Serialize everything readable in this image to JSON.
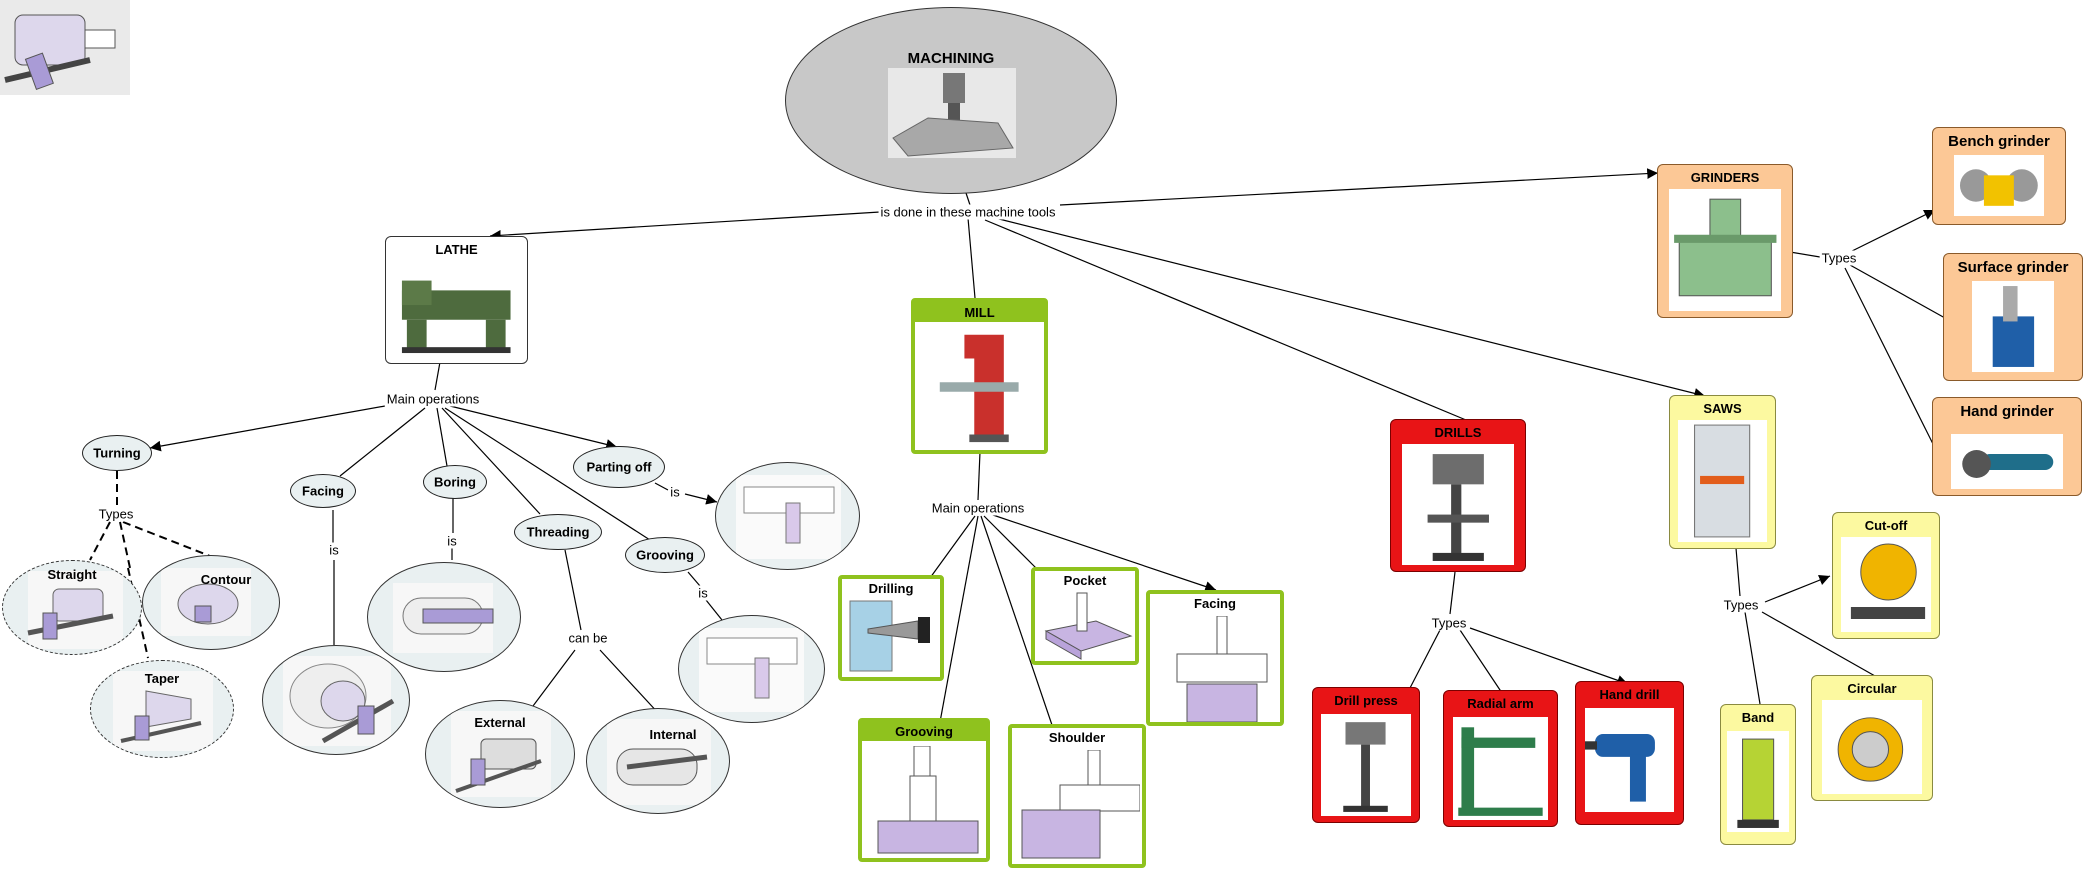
{
  "root": {
    "label": "MACHINING"
  },
  "machines": {
    "lathe": "LATHE",
    "mill": "MILL",
    "drills": "DRILLS",
    "saws": "SAWS",
    "grinders": "GRINDERS"
  },
  "link_labels": {
    "done_in": "is done in these machine tools",
    "lathe_ops": "Main operations",
    "mill_ops": "Main operations",
    "turning_types": "Types",
    "drill_types": "Types",
    "saw_types": "Types",
    "grinder_types": "Types",
    "facing_is": "is",
    "boring_is": "is",
    "parting_is": "is",
    "grooving_is": "is",
    "threading_can_be": "can be"
  },
  "lathe_ops": {
    "turning": "Turning",
    "facing": "Facing",
    "boring": "Boring",
    "threading": "Threading",
    "grooving": "Grooving",
    "parting_off": "Parting off"
  },
  "turning_types": {
    "straight": "Straight",
    "contour": "Contour",
    "taper": "Taper"
  },
  "threading_types": {
    "external": "External",
    "internal": "Internal"
  },
  "mill_ops": {
    "drilling": "Drilling",
    "pocket": "Pocket",
    "facing": "Facing",
    "grooving": "Grooving",
    "shoulder": "Shoulder"
  },
  "drill_types": {
    "drill_press": "Drill press",
    "radial_arm": "Radial arm",
    "hand_drill": "Hand drill"
  },
  "saw_types": {
    "cut_off": "Cut-off",
    "circular": "Circular",
    "band": "Band"
  },
  "grinder_types": {
    "bench": "Bench grinder",
    "surface": "Surface grinder",
    "hand": "Hand grinder"
  },
  "colors": {
    "root_fill": "#c8c8c8",
    "mill_green": "#8fc21e",
    "drill_red": "#e81416",
    "saw_yellow": "#fcf9a0",
    "grinder_orange": "#fcc896",
    "op_fill": "#e9f0f1"
  }
}
